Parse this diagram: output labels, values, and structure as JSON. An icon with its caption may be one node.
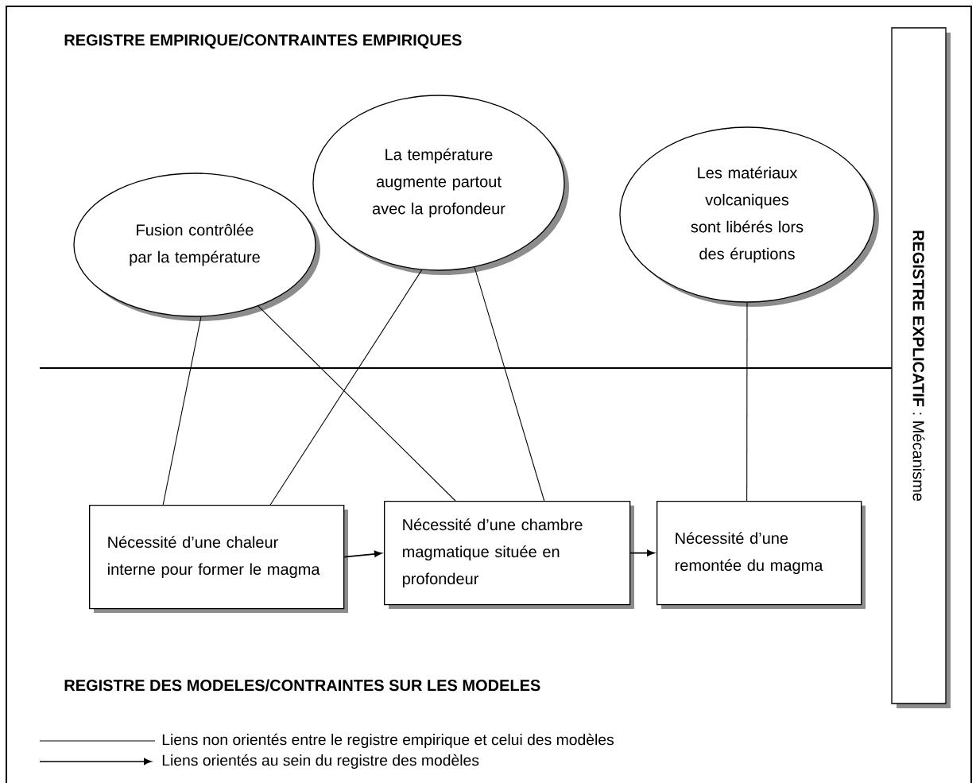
{
  "diagram": {
    "nodes": [
      {
        "text": [
          "Fusion contrôlée par la température"
        ]
      },
      {
        "text": [
          "La température augmente partout avec la profondeur"
        ]
      },
      {
        "text": [
          "Les matériaux volcaniques sont libérés lors des éruptions"
        ]
      },
      {
        "text": [
          "Nécessité d’une chaleur interne pour former le magma"
        ]
      },
      {
        "text": [
          "Nécessité d’une chambre magmatique située en profondeur"
        ]
      },
      {
        "text": [
          "Nécessité d’une remontée du magma"
        ]
      },
      {
        "text": [
          "**REGISTRE EXPLICATIF** : Mécanisme"
        ]
      }
    ],
    "edges": [
      {
        "from": 0,
        "to": 3,
        "arrow": "none"
      },
      {
        "from": 0,
        "to": 4,
        "arrow": "none"
      },
      {
        "from": 1,
        "to": 3,
        "arrow": "none"
      },
      {
        "from": 1,
        "to": 4,
        "arrow": "none"
      },
      {
        "from": 2,
        "to": 5,
        "arrow": "none"
      },
      {
        "from": 3,
        "to": 4,
        "arrow": "to"
      },
      {
        "from": 4,
        "to": 5,
        "arrow": "to"
      }
    ],
    "labels": [
      "REGISTRE EMPIRIQUE/CONTRAINTES EMPIRIQUES",
      "REGISTRE DES MODELES/CONTRAINTES SUR LES MODELES"
    ],
    "legend": [
      {
        "text": "Liens non orientés entre le registre empirique et celui des modèles"
      },
      {
        "text": "Liens orientés au sein du registre des modèles"
      }
    ]
  }
}
